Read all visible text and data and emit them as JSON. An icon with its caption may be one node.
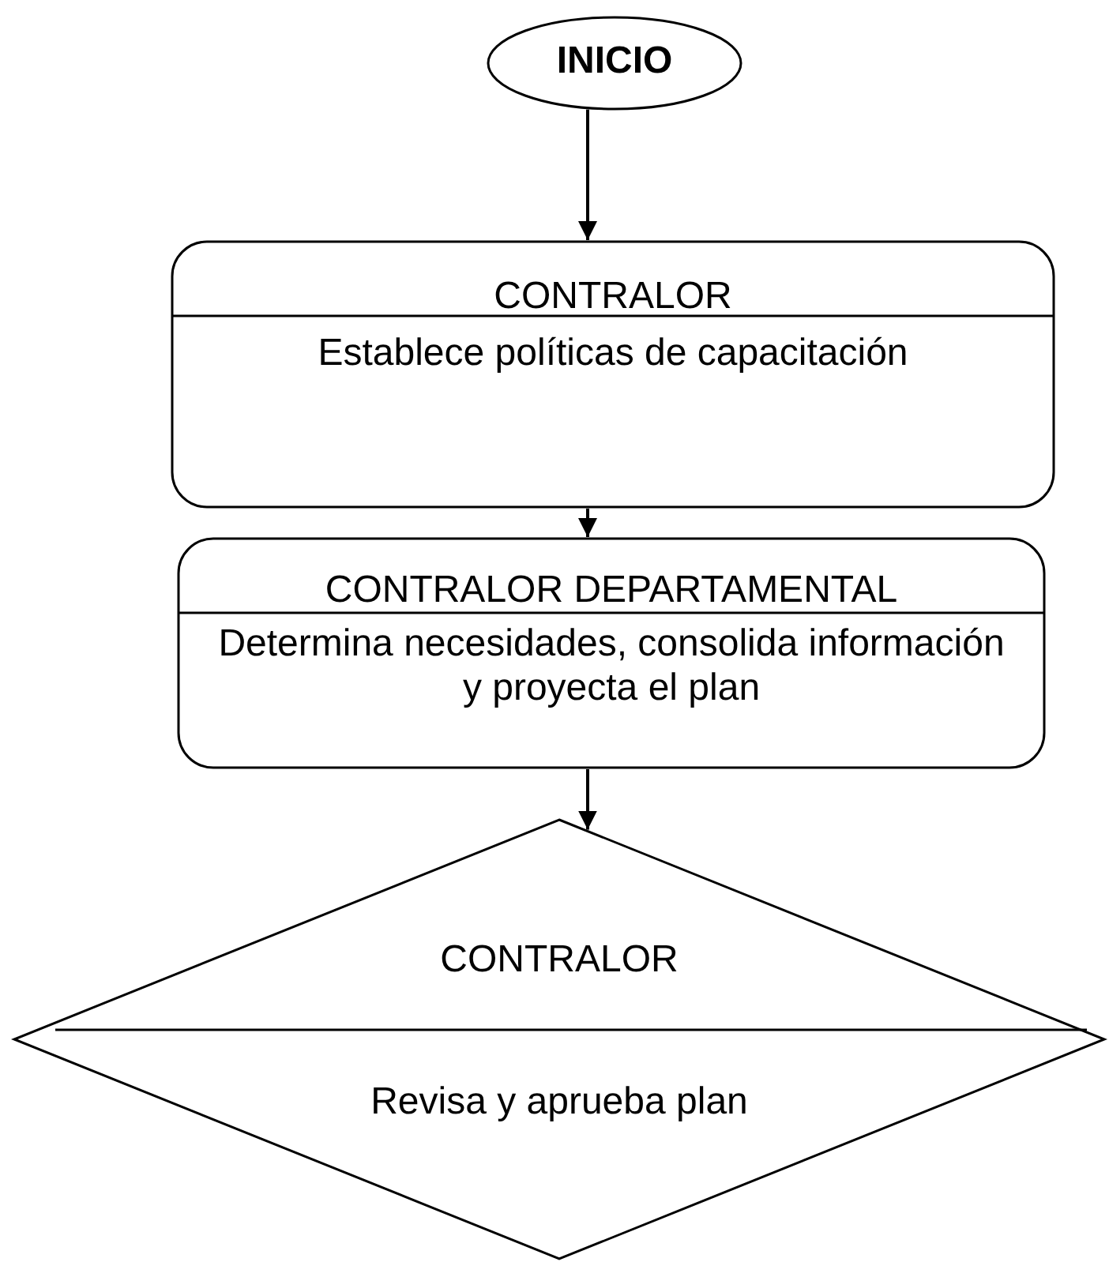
{
  "diagram": {
    "nodes": [
      {
        "text": [
          "INICIO"
        ]
      },
      {
        "text": [
          "CONTRALOR",
          "Establece políticas de capacitación"
        ]
      },
      {
        "text": [
          "CONTRALOR DEPARTAMENTAL",
          "Determina necesidades, consolida información  y proyecta el plan"
        ]
      },
      {
        "text": [
          "CONTRALOR",
          "Revisa y aprueba plan"
        ]
      }
    ],
    "edges": [
      {
        "from": 0,
        "to": 1,
        "arrow": "to"
      },
      {
        "from": 1,
        "to": 2,
        "arrow": "to"
      },
      {
        "from": 2,
        "to": 3,
        "arrow": "to"
      }
    ]
  }
}
